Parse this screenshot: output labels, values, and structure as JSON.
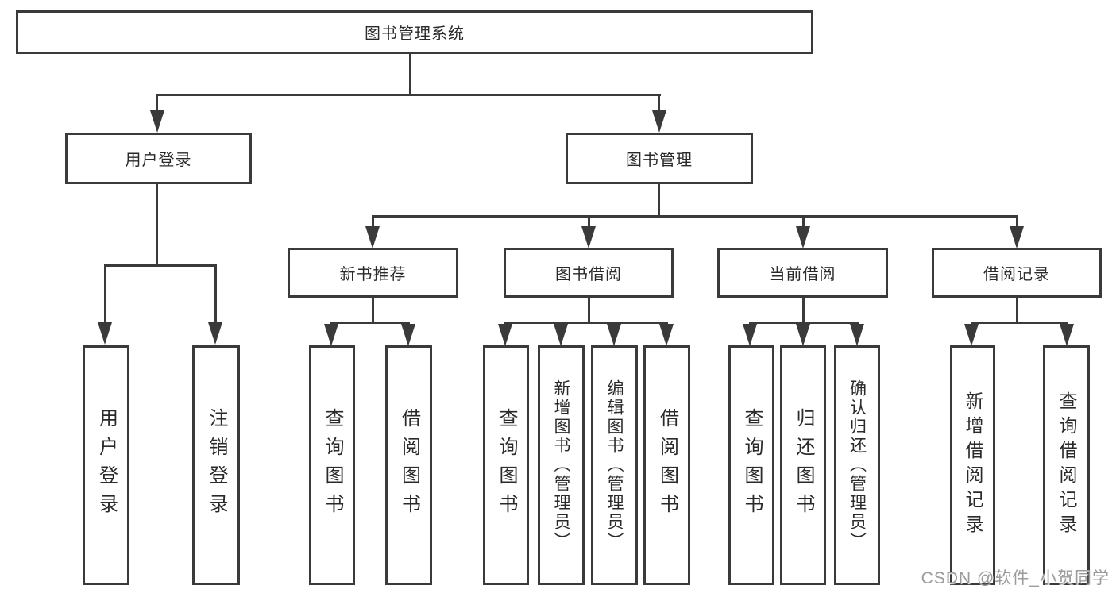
{
  "diagram": {
    "root": {
      "label": "图书管理系统"
    },
    "level2": {
      "user_login": {
        "label": "用户登录",
        "children": [
          {
            "label": "用户登录"
          },
          {
            "label": "注销登录"
          }
        ]
      },
      "book_mgmt": {
        "label": "图书管理",
        "children": [
          {
            "label": "新书推荐",
            "children": [
              {
                "label": "查询图书"
              },
              {
                "label": "借阅图书"
              }
            ]
          },
          {
            "label": "图书借阅",
            "children": [
              {
                "label": "查询图书"
              },
              {
                "label": "新增图书（管理员）"
              },
              {
                "label": "编辑图书（管理员）"
              },
              {
                "label": "借阅图书"
              }
            ]
          },
          {
            "label": "当前借阅",
            "children": [
              {
                "label": "查询图书"
              },
              {
                "label": "归还图书"
              },
              {
                "label": "确认归还（管理员）"
              }
            ]
          },
          {
            "label": "借阅记录",
            "children": [
              {
                "label": "新增借阅记录"
              },
              {
                "label": "查询借阅记录"
              }
            ]
          }
        ]
      }
    }
  },
  "watermark": {
    "text": "CSDN @软件_小贺同学"
  },
  "colors": {
    "line": "#3a3a3a",
    "text": "#2a2a2a",
    "background": "#ffffff",
    "watermark": "#9b9b9b"
  }
}
